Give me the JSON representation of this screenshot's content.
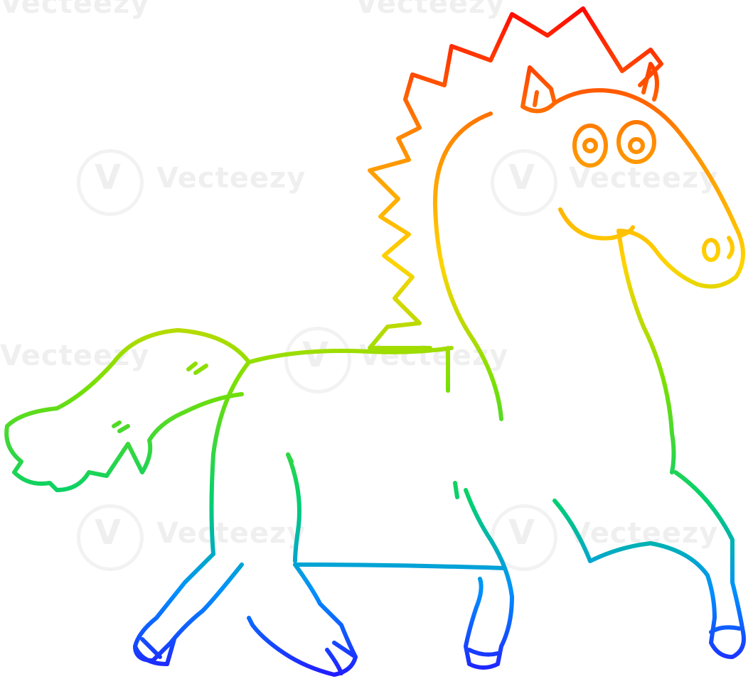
{
  "image": {
    "subject": "horse-drawing",
    "gradient_colors": [
      "#ff0000",
      "#ff8a00",
      "#ffd400",
      "#7be000",
      "#00d070",
      "#0090ff",
      "#2a00ff"
    ]
  },
  "watermarks": {
    "text": "Vecteezy",
    "logo_glyph": "V"
  }
}
